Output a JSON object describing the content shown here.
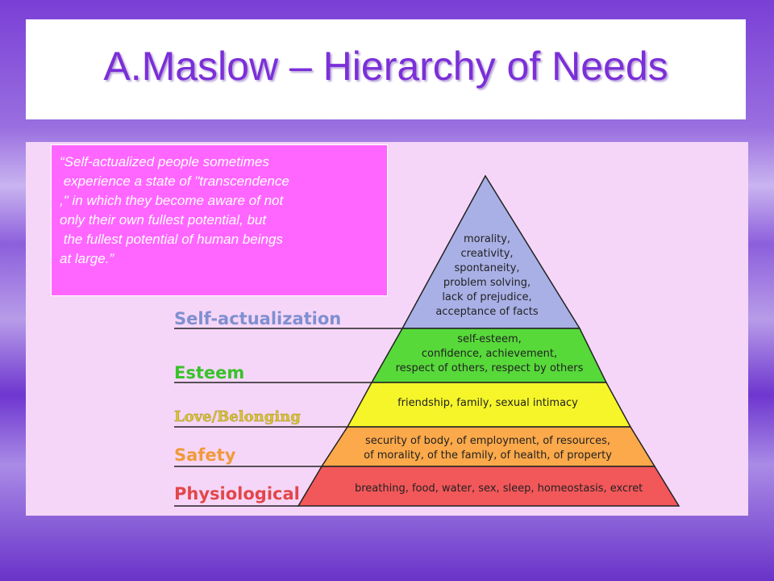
{
  "title": "A.Maslow – Hierarchy of Needs",
  "quote": {
    "lines": [
      "“Self-actualized people sometimes",
      " experience a state of \"transcendence",
      ",\" in which they become aware of not",
      "only their own fullest potential, but",
      " the fullest potential of human beings",
      "at large.”"
    ]
  },
  "pyramid": {
    "levels": [
      {
        "label": "Self-actualization",
        "label_color": "#7f8fd0",
        "fill": "#a9b0e6",
        "text_lines": [
          "morality,",
          "creativity,",
          "spontaneity,",
          "problem solving,",
          "lack of prejudice,",
          "acceptance of facts"
        ]
      },
      {
        "label": "Esteem",
        "label_color": "#37c32a",
        "fill": "#57d93a",
        "text_lines": [
          "self-esteem,",
          "confidence, achievement,",
          "respect of others, respect by others"
        ]
      },
      {
        "label": "Love/Belonging",
        "label_color": "#e0cf3a",
        "fill": "#f5f52a",
        "text_lines": [
          "friendship, family, sexual intimacy"
        ]
      },
      {
        "label": "Safety",
        "label_color": "#f09a3a",
        "fill": "#fba94a",
        "text_lines": [
          "security of body, of employment, of resources,",
          "of morality, of the family, of health, of property"
        ]
      },
      {
        "label": "Physiological",
        "label_color": "#e2474a",
        "fill": "#f2575a",
        "text_lines": [
          "breathing, food, water, sex, sleep, homeostasis, excret"
        ]
      }
    ]
  }
}
